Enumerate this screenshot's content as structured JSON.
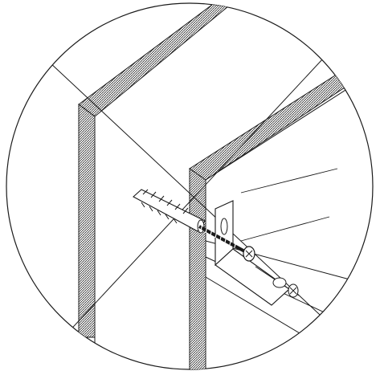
{
  "diagram": {
    "colors": {
      "ink": "#1a1a1a",
      "hatch": "#333333",
      "background": "#ffffff"
    },
    "icons": [
      "magnifier-circle",
      "cross-lines",
      "wall-panel-front",
      "wall-panel-back",
      "wall-plug",
      "screw",
      "l-bracket",
      "detached-screw"
    ]
  }
}
